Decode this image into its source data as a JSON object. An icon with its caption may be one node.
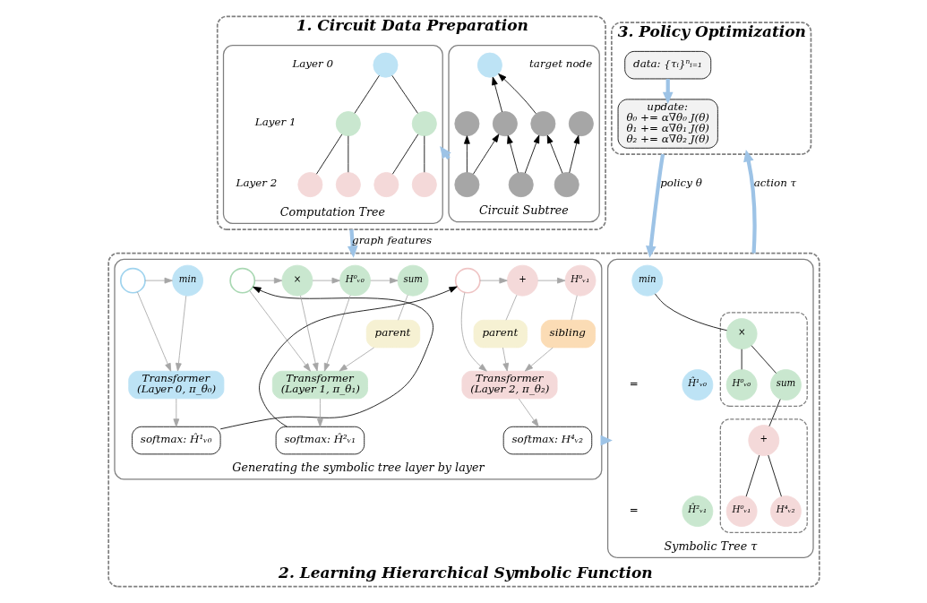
{
  "diagram": {
    "nodes": [
      {
        "text": [
          "1. Circuit Data Preparation"
        ]
      },
      {
        "text": [
          "Circuit Subtree"
        ],
        "in": 0
      },
      {
        "text": [],
        "shape": "circle",
        "in": 1,
        "beside": [
          "target node"
        ]
      },
      {
        "text": [],
        "shape": "circle",
        "in": 1
      },
      {
        "text": [],
        "shape": "circle",
        "in": 1
      },
      {
        "text": [],
        "shape": "circle",
        "in": 1
      },
      {
        "text": [],
        "shape": "circle",
        "in": 1
      },
      {
        "text": [],
        "shape": "circle",
        "in": 1
      },
      {
        "text": [],
        "shape": "circle",
        "in": 1
      },
      {
        "text": [],
        "shape": "circle",
        "in": 1
      },
      {
        "text": [
          "Computation Tree"
        ],
        "in": 0
      },
      {
        "text": [],
        "shape": "circle",
        "in": 10
      },
      {
        "text": [],
        "shape": "circle",
        "in": 10
      },
      {
        "text": [],
        "shape": "circle",
        "in": 10
      },
      {
        "text": [],
        "shape": "circle",
        "in": 10
      },
      {
        "text": [],
        "shape": "circle",
        "in": 10
      },
      {
        "text": [],
        "shape": "circle",
        "in": 10
      },
      {
        "text": [],
        "shape": "circle",
        "in": 10
      },
      {
        "text": [
          "2. Learning Hierarchical Symbolic Function"
        ]
      },
      {
        "text": [
          "Generating the symbolic tree layer by layer"
        ],
        "in": 18
      },
      {
        "text": [],
        "shape": "circle",
        "in": 19
      },
      {
        "text": [
          "min"
        ],
        "in": 19
      },
      {
        "text": [
          "Transformer",
          "(Layer 0, π_θ₀)"
        ],
        "in": 19
      },
      {
        "text": [
          "softmax: Ĥ¹ᵥ₀"
        ],
        "in": 19
      },
      {
        "text": [],
        "shape": "circle",
        "in": 19
      },
      {
        "text": [
          "×"
        ],
        "in": 19
      },
      {
        "text": [
          "H⁰ᵥ₀"
        ],
        "in": 19
      },
      {
        "text": [
          "sum"
        ],
        "in": 19
      },
      {
        "text": [
          "parent"
        ],
        "in": 19
      },
      {
        "text": [
          "Transformer",
          "(Layer 1, π_θ₁)"
        ],
        "in": 19
      },
      {
        "text": [
          "softmax: Ĥ²ᵥ₁"
        ],
        "in": 19
      },
      {
        "text": [],
        "shape": "circle",
        "in": 19
      },
      {
        "text": [
          "+"
        ],
        "in": 19
      },
      {
        "text": [
          "H⁰ᵥ₁"
        ],
        "in": 19
      },
      {
        "text": [
          "parent"
        ],
        "in": 19
      },
      {
        "text": [
          "sibling"
        ],
        "in": 19
      },
      {
        "text": [
          "Transformer",
          "(Layer 2, π_θ₂)"
        ],
        "in": 19
      },
      {
        "text": [
          "softmax: H⁴ᵥ₂"
        ],
        "in": 19
      },
      {
        "text": [
          "Symbolic Tree τ"
        ],
        "in": 18
      },
      {
        "text": [
          "min"
        ],
        "in": 38
      },
      {
        "text": [],
        "shape": "box",
        "in": 38
      },
      {
        "text": [
          "×"
        ],
        "in": 40
      },
      {
        "text": [
          "H⁰ᵥ₀"
        ],
        "in": 40
      },
      {
        "text": [
          "sum"
        ],
        "in": 40
      },
      {
        "text": [
          "Ĥ¹ᵥ₀"
        ],
        "in": 38
      },
      {
        "text": [],
        "shape": "box",
        "in": 38
      },
      {
        "text": [
          "+"
        ],
        "in": 45
      },
      {
        "text": [
          "H⁰ᵥ₁"
        ],
        "in": 45
      },
      {
        "text": [
          "H⁴ᵥ₂"
        ],
        "in": 45
      },
      {
        "text": [
          "Ĥ²ᵥ₁"
        ],
        "in": 38
      },
      {
        "text": [
          "3. Policy Optimization"
        ]
      },
      {
        "text": [
          "data: {τᵢ}ⁿᵢ₌₁"
        ],
        "in": 50
      },
      {
        "text": [
          "update:",
          "θ₀ += α∇θ₀ J(θ)",
          "θ₁ += α∇θ₁ J(θ)",
          "θ₂ += α∇θ₂ J(θ)"
        ],
        "in": 50
      }
    ],
    "edges": [
      {
        "from": 7,
        "to": 3,
        "arrow": "to"
      },
      {
        "from": 7,
        "to": 4,
        "arrow": "to"
      },
      {
        "from": 8,
        "to": 4,
        "arrow": "to"
      },
      {
        "from": 8,
        "to": 5,
        "arrow": "to"
      },
      {
        "from": 9,
        "to": 5,
        "arrow": "to"
      },
      {
        "from": 9,
        "to": 6,
        "arrow": "to"
      },
      {
        "from": 4,
        "to": 2,
        "arrow": "to"
      },
      {
        "from": 5,
        "to": 2,
        "arrow": "to"
      },
      {
        "from": 11,
        "to": 12,
        "arrow": "none"
      },
      {
        "from": 11,
        "to": 13,
        "arrow": "none"
      },
      {
        "from": 12,
        "to": 14,
        "arrow": "none"
      },
      {
        "from": 12,
        "to": 15,
        "arrow": "none"
      },
      {
        "from": 13,
        "to": 16,
        "arrow": "none"
      },
      {
        "from": 13,
        "to": 17,
        "arrow": "none"
      },
      {
        "from": 1,
        "to": 10,
        "arrow": "to",
        "style": "thick",
        "color": "#9dc3e6"
      },
      {
        "from": 0,
        "to": 18,
        "arrow": "to",
        "label": "graph features",
        "style": "thick",
        "color": "#9dc3e6"
      },
      {
        "from": 20,
        "to": 21,
        "arrow": "to",
        "color": "#a6a6a6"
      },
      {
        "from": 20,
        "to": 22,
        "arrow": "to",
        "color": "#a6a6a6"
      },
      {
        "from": 21,
        "to": 22,
        "arrow": "to",
        "color": "#a6a6a6"
      },
      {
        "from": 22,
        "to": 23,
        "arrow": "to",
        "color": "#a6a6a6"
      },
      {
        "from": 23,
        "to": 24,
        "arrow": "to"
      },
      {
        "from": 24,
        "to": 25,
        "arrow": "to",
        "color": "#a6a6a6"
      },
      {
        "from": 25,
        "to": 26,
        "arrow": "to",
        "color": "#a6a6a6"
      },
      {
        "from": 26,
        "to": 27,
        "arrow": "to",
        "color": "#a6a6a6"
      },
      {
        "from": 24,
        "to": 29,
        "arrow": "to",
        "color": "#a6a6a6"
      },
      {
        "from": 25,
        "to": 29,
        "arrow": "to",
        "color": "#a6a6a6"
      },
      {
        "from": 26,
        "to": 29,
        "arrow": "to",
        "color": "#a6a6a6"
      },
      {
        "from": 27,
        "to": 28,
        "arrow": "none",
        "color": "#a6a6a6"
      },
      {
        "from": 28,
        "to": 29,
        "arrow": "to",
        "color": "#a6a6a6"
      },
      {
        "from": 29,
        "to": 30,
        "arrow": "to",
        "color": "#a6a6a6"
      },
      {
        "from": 30,
        "to": 31,
        "arrow": "to"
      },
      {
        "from": 31,
        "to": 32,
        "arrow": "to",
        "color": "#a6a6a6"
      },
      {
        "from": 32,
        "to": 33,
        "arrow": "to",
        "color": "#a6a6a6"
      },
      {
        "from": 31,
        "to": 36,
        "arrow": "to",
        "color": "#a6a6a6"
      },
      {
        "from": 32,
        "to": 34,
        "arrow": "none",
        "color": "#a6a6a6"
      },
      {
        "from": 34,
        "to": 36,
        "arrow": "to",
        "color": "#a6a6a6"
      },
      {
        "from": 33,
        "to": 35,
        "arrow": "none",
        "color": "#a6a6a6"
      },
      {
        "from": 35,
        "to": 36,
        "arrow": "to",
        "color": "#a6a6a6"
      },
      {
        "from": 36,
        "to": 37,
        "arrow": "to",
        "color": "#a6a6a6"
      },
      {
        "from": 19,
        "to": 38,
        "arrow": "to",
        "style": "thick",
        "color": "#9dc3e6"
      },
      {
        "from": 39,
        "to": 41,
        "arrow": "none"
      },
      {
        "from": 41,
        "to": 42,
        "arrow": "none"
      },
      {
        "from": 41,
        "to": 43,
        "arrow": "none"
      },
      {
        "from": 43,
        "to": 46,
        "arrow": "none"
      },
      {
        "from": 46,
        "to": 47,
        "arrow": "none"
      },
      {
        "from": 46,
        "to": 48,
        "arrow": "none"
      },
      {
        "from": 51,
        "to": 52,
        "arrow": "to",
        "style": "thick",
        "color": "#9dc3e6"
      },
      {
        "from": 50,
        "to": 18,
        "arrow": "to",
        "label": "policy θ",
        "style": "thick",
        "color": "#9dc3e6"
      },
      {
        "from": 18,
        "to": 50,
        "arrow": "to",
        "label": "action τ",
        "style": "thick",
        "color": "#9dc3e6"
      }
    ],
    "labels": [
      "Layer 0",
      "Layer 1",
      "Layer 2",
      "=",
      "="
    ]
  }
}
